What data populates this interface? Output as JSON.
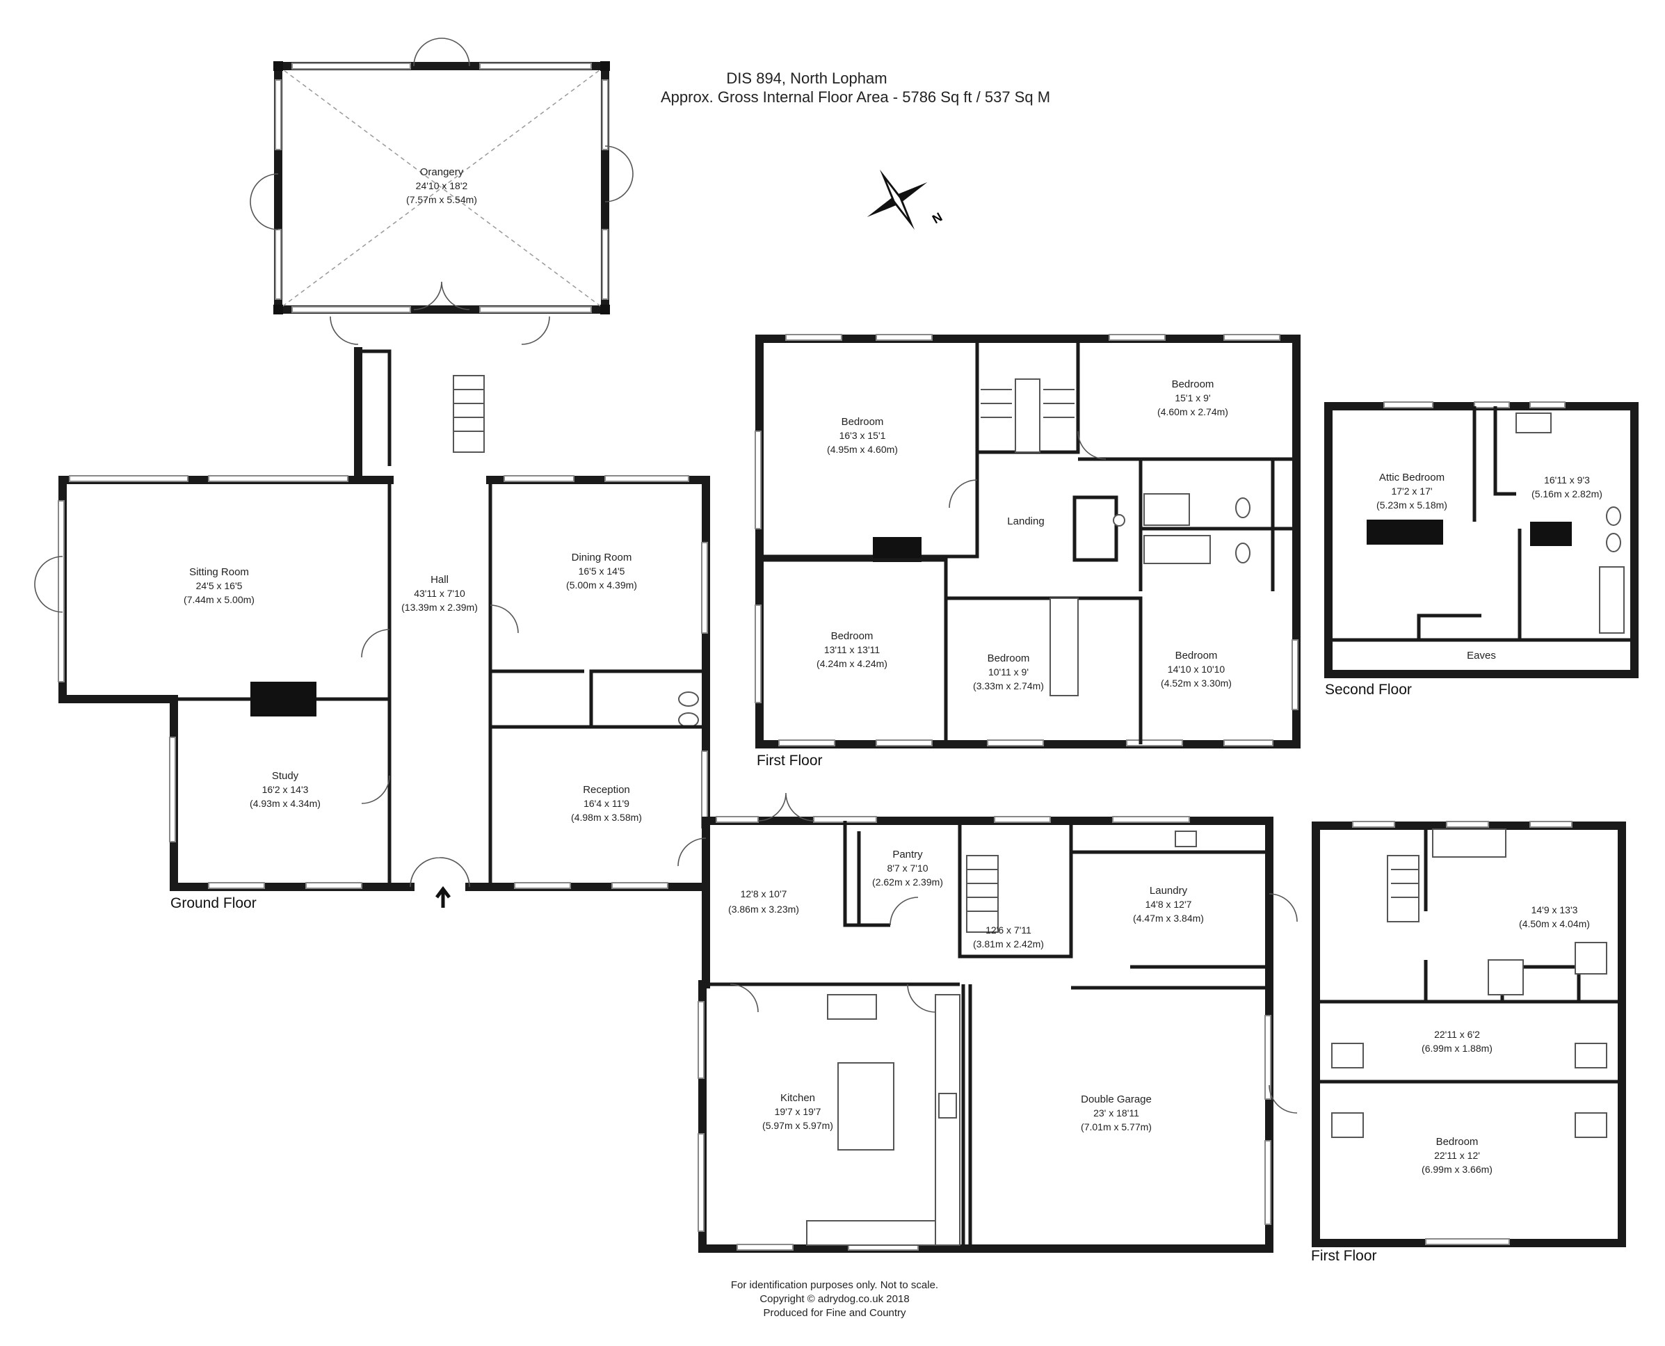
{
  "title": {
    "line1": "DIS 894, North Lopham",
    "line2": "Approx. Gross Internal Floor Area - 5786 Sq ft / 537 Sq M"
  },
  "compass": {
    "label": "N"
  },
  "floors": {
    "ground": "Ground Floor",
    "first_main": "First Floor",
    "second": "Second Floor",
    "first_annex": "First Floor"
  },
  "rooms": {
    "orangery": {
      "name": "Orangery",
      "dim1": "24'10 x 18'2",
      "dim2": "(7.57m x 5.54m)"
    },
    "sitting": {
      "name": "Sitting Room",
      "dim1": "24'5 x 16'5",
      "dim2": "(7.44m x 5.00m)"
    },
    "hall": {
      "name": "Hall",
      "dim1": "43'11 x 7'10",
      "dim2": "(13.39m x 2.39m)"
    },
    "dining": {
      "name": "Dining Room",
      "dim1": "16'5 x 14'5",
      "dim2": "(5.00m x 4.39m)"
    },
    "study": {
      "name": "Study",
      "dim1": "16'2 x 14'3",
      "dim2": "(4.93m x 4.34m)"
    },
    "reception": {
      "name": "Reception",
      "dim1": "16'4 x 11'9",
      "dim2": "(4.98m x 3.58m)"
    },
    "lobby": {
      "name": "",
      "dim1": "12'8 x 10'7",
      "dim2": "(3.86m x 3.23m)"
    },
    "pantry": {
      "name": "Pantry",
      "dim1": "8'7 x 7'10",
      "dim2": "(2.62m x 2.39m)"
    },
    "stair_hall": {
      "name": "",
      "dim1": "12'6 x 7'11",
      "dim2": "(3.81m x 2.42m)"
    },
    "laundry": {
      "name": "Laundry",
      "dim1": "14'8 x 12'7",
      "dim2": "(4.47m x 3.84m)"
    },
    "kitchen": {
      "name": "Kitchen",
      "dim1": "19'7 x 19'7",
      "dim2": "(5.97m x 5.97m)"
    },
    "garage": {
      "name": "Double Garage",
      "dim1": "23' x 18'11",
      "dim2": "(7.01m x 5.77m)"
    },
    "bed1": {
      "name": "Bedroom",
      "dim1": "16'3 x 15'1",
      "dim2": "(4.95m x 4.60m)"
    },
    "bed2": {
      "name": "Bedroom",
      "dim1": "15'1 x 9'",
      "dim2": "(4.60m x 2.74m)"
    },
    "landing": {
      "name": "Landing",
      "dim1": "",
      "dim2": ""
    },
    "bed3": {
      "name": "Bedroom",
      "dim1": "13'11 x 13'11",
      "dim2": "(4.24m x 4.24m)"
    },
    "bed4": {
      "name": "Bedroom",
      "dim1": "10'11 x 9'",
      "dim2": "(3.33m x 2.74m)"
    },
    "bed5": {
      "name": "Bedroom",
      "dim1": "14'10 x 10'10",
      "dim2": "(4.52m x 3.30m)"
    },
    "attic": {
      "name": "Attic Bedroom",
      "dim1": "17'2 x 17'",
      "dim2": "(5.23m x 5.18m)"
    },
    "attic2": {
      "name": "",
      "dim1": "16'11 x 9'3",
      "dim2": "(5.16m x 2.82m)"
    },
    "eaves": {
      "name": "Eaves",
      "dim1": "",
      "dim2": ""
    },
    "annex1": {
      "name": "",
      "dim1": "14'9 x 13'3",
      "dim2": "(4.50m x 4.04m)"
    },
    "annex2": {
      "name": "",
      "dim1": "22'11 x 6'2",
      "dim2": "(6.99m x 1.88m)"
    },
    "annex3": {
      "name": "Bedroom",
      "dim1": "22'11 x 12'",
      "dim2": "(6.99m x 3.66m)"
    }
  },
  "footer": {
    "line1": "For identification purposes only. Not to scale.",
    "line2": "Copyright © adrydog.co.uk 2018",
    "line3": "Produced for Fine and Country"
  }
}
